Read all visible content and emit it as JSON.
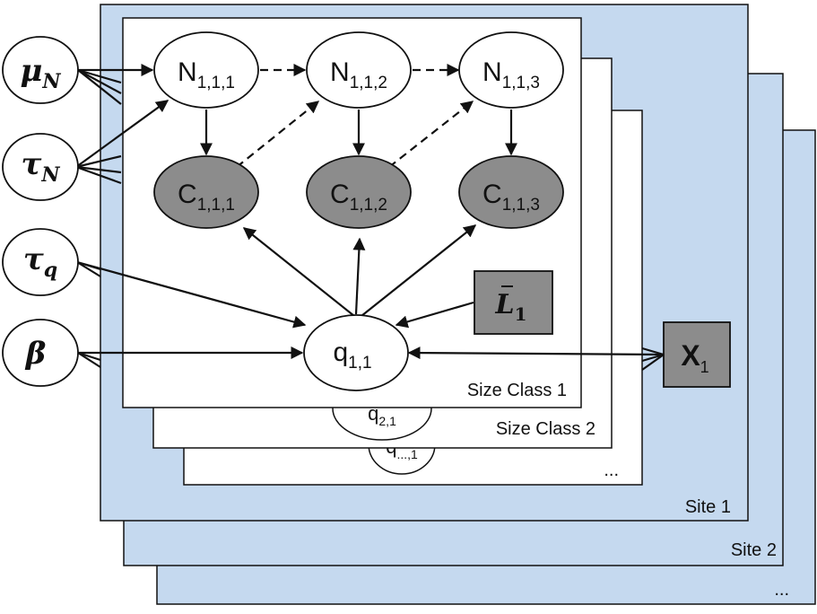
{
  "plates": {
    "site_labels": [
      "Site 1",
      "Site 2",
      "..."
    ],
    "size_class_labels": [
      "Size Class 1",
      "Size Class 2",
      "..."
    ]
  },
  "hyper": {
    "mu": {
      "base": "μ",
      "sub": "N"
    },
    "tau_n": {
      "base": "τ",
      "sub": "N"
    },
    "tau_q": {
      "base": "τ",
      "sub": "q"
    },
    "beta": {
      "base": "β"
    }
  },
  "nodes": {
    "N111": {
      "base": "N",
      "sub": "1,1,1"
    },
    "N112": {
      "base": "N",
      "sub": "1,1,2"
    },
    "N113": {
      "base": "N",
      "sub": "1,1,3"
    },
    "C111": {
      "base": "C",
      "sub": "1,1,1"
    },
    "C112": {
      "base": "C",
      "sub": "1,1,2"
    },
    "C113": {
      "base": "C",
      "sub": "1,1,3"
    },
    "q11": {
      "base": "q",
      "sub": "1,1"
    },
    "q21_partial": {
      "base": "q",
      "sub": "2,1"
    },
    "q31_partial": {
      "base": "q",
      "sub": "...,1"
    },
    "L1": {
      "base": "L",
      "sub": "1"
    },
    "X1": {
      "base": "X",
      "sub": "1"
    }
  },
  "colors": {
    "site_fill": "#c5d9ef",
    "observed_fill": "#8c8c8c",
    "latent_fill": "#ffffff",
    "stroke": "#111111"
  }
}
